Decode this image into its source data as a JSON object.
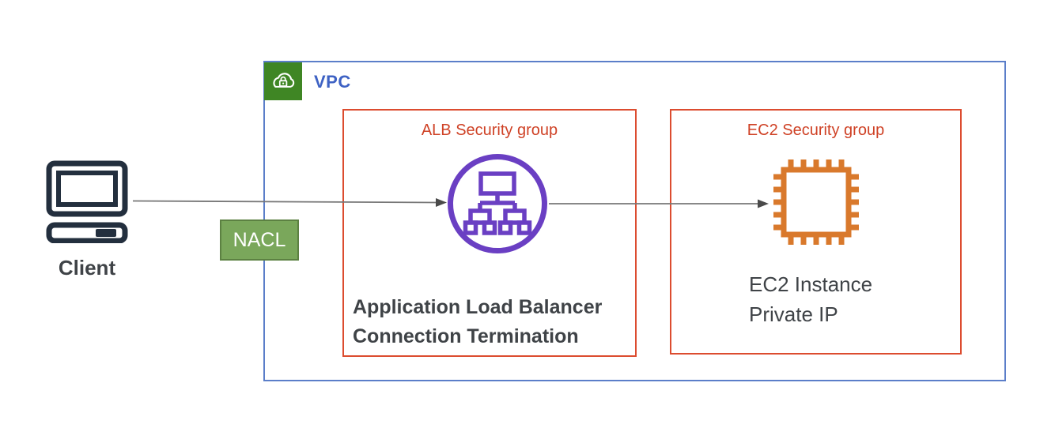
{
  "client": {
    "label": "Client"
  },
  "nacl": {
    "label": "NACL"
  },
  "vpc": {
    "label": "VPC"
  },
  "alb_group": {
    "label": "ALB Security group",
    "caption": [
      "Application Load Balancer",
      "Connection Termination"
    ]
  },
  "ec2_group": {
    "label": "EC2 Security group",
    "caption": [
      "EC2 Instance",
      "Private IP"
    ]
  },
  "icons": {
    "client": "desktop-computer-icon",
    "vpc": "cloud-lock-icon",
    "alb": "load-balancer-icon",
    "ec2": "ec2-chip-icon"
  },
  "colors": {
    "vpc_border": "#5b7ec9",
    "vpc_label": "#3e62c4",
    "vpc_icon_bg": "#3f8624",
    "security_group_border": "#dc4c2f",
    "security_group_label": "#cf4226",
    "alb_icon": "#6a3fc3",
    "ec2_icon": "#d9792c",
    "nacl_bg": "#7aa75b",
    "nacl_border": "#5c8142",
    "dark_text": "#3f4347",
    "arrow_line": "#777777",
    "arrow_head": "#4a4a4a",
    "client_icon": "#232f3e"
  }
}
